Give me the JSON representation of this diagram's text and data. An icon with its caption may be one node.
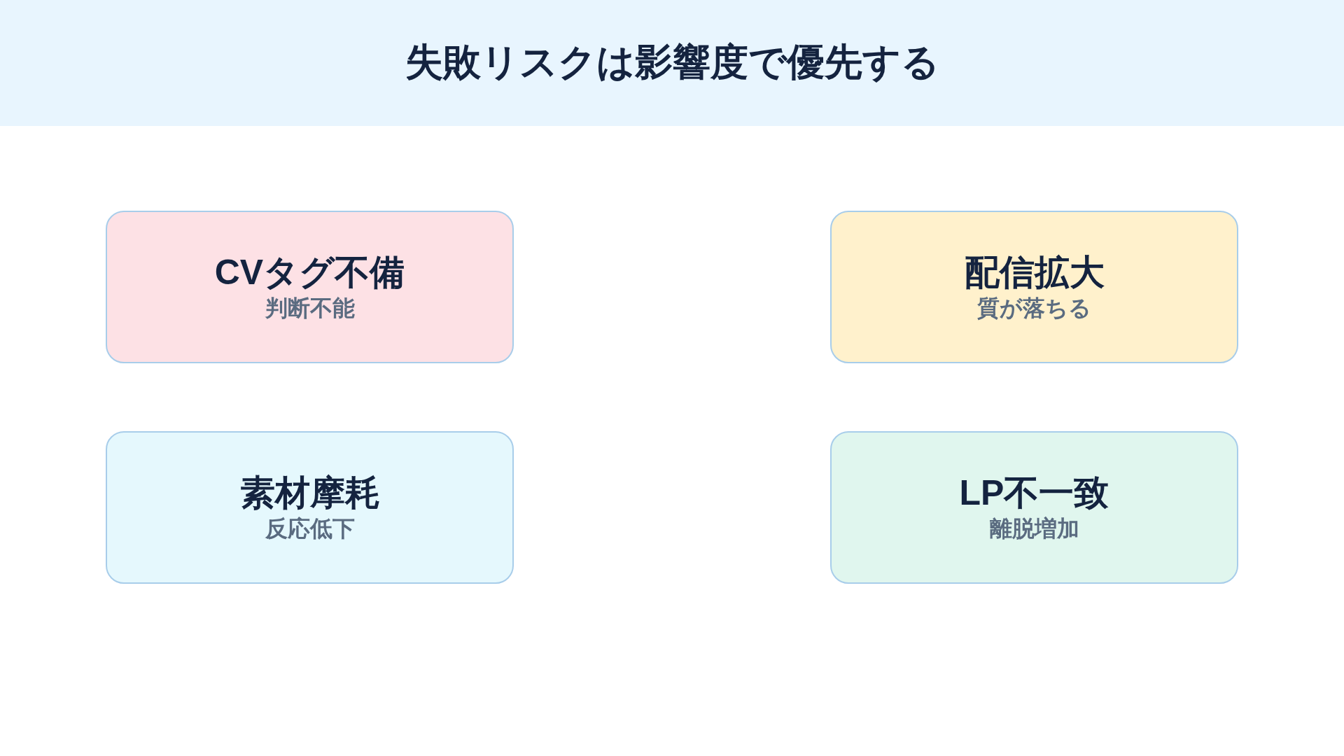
{
  "diagram": {
    "title": "失敗リスクは影響度で優先する",
    "nodes": [
      {
        "text": [
          "CVタグ不備",
          "判断不能"
        ]
      },
      {
        "text": [
          "配信拡大",
          "質が落ちる"
        ]
      },
      {
        "text": [
          "素材摩耗",
          "反応低下"
        ]
      },
      {
        "text": [
          "LP不一致",
          "離脱増加"
        ]
      }
    ],
    "edges": []
  }
}
